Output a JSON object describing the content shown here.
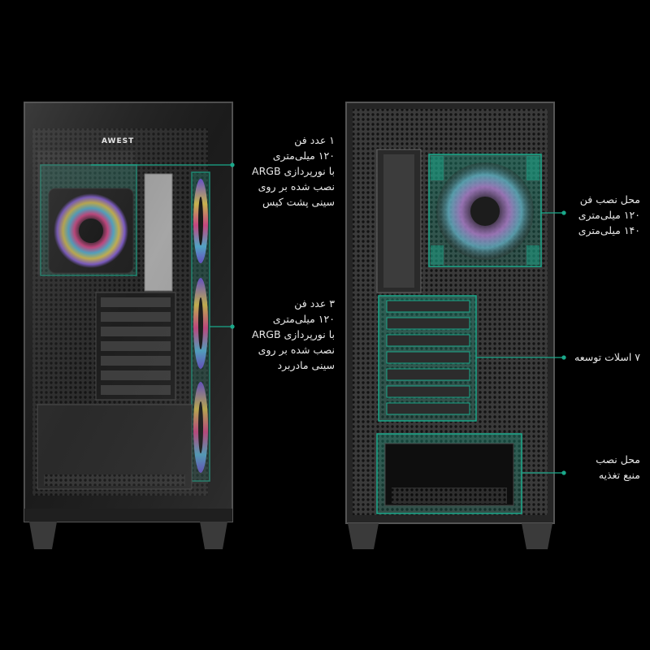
{
  "brand": "AWEST",
  "colors": {
    "background": "#000000",
    "highlight": "#1aa88a",
    "text": "#e8e8e8",
    "case_body": "#2a2a2a"
  },
  "callouts": {
    "rear_fan": [
      "۱ عدد فن",
      "۱۲۰ میلی‌متری",
      "با نورپردازی ARGB",
      "نصب شده بر روی",
      "سینی پشت کیس"
    ],
    "motherboard_fans": [
      "۳ عدد فن",
      "۱۲۰ میلی‌متری",
      "با نورپردازی ARGB",
      "نصب شده بر روی",
      "سینی مادربرد"
    ],
    "top_fan_mount": [
      "محل نصب فن",
      "۱۲۰ میلی‌متری",
      "۱۴۰ میلی‌متری"
    ],
    "expansion_slots": [
      "۷ اسلات توسعه"
    ],
    "psu_mount": [
      "محل نصب",
      "منبع تغذیه"
    ]
  }
}
